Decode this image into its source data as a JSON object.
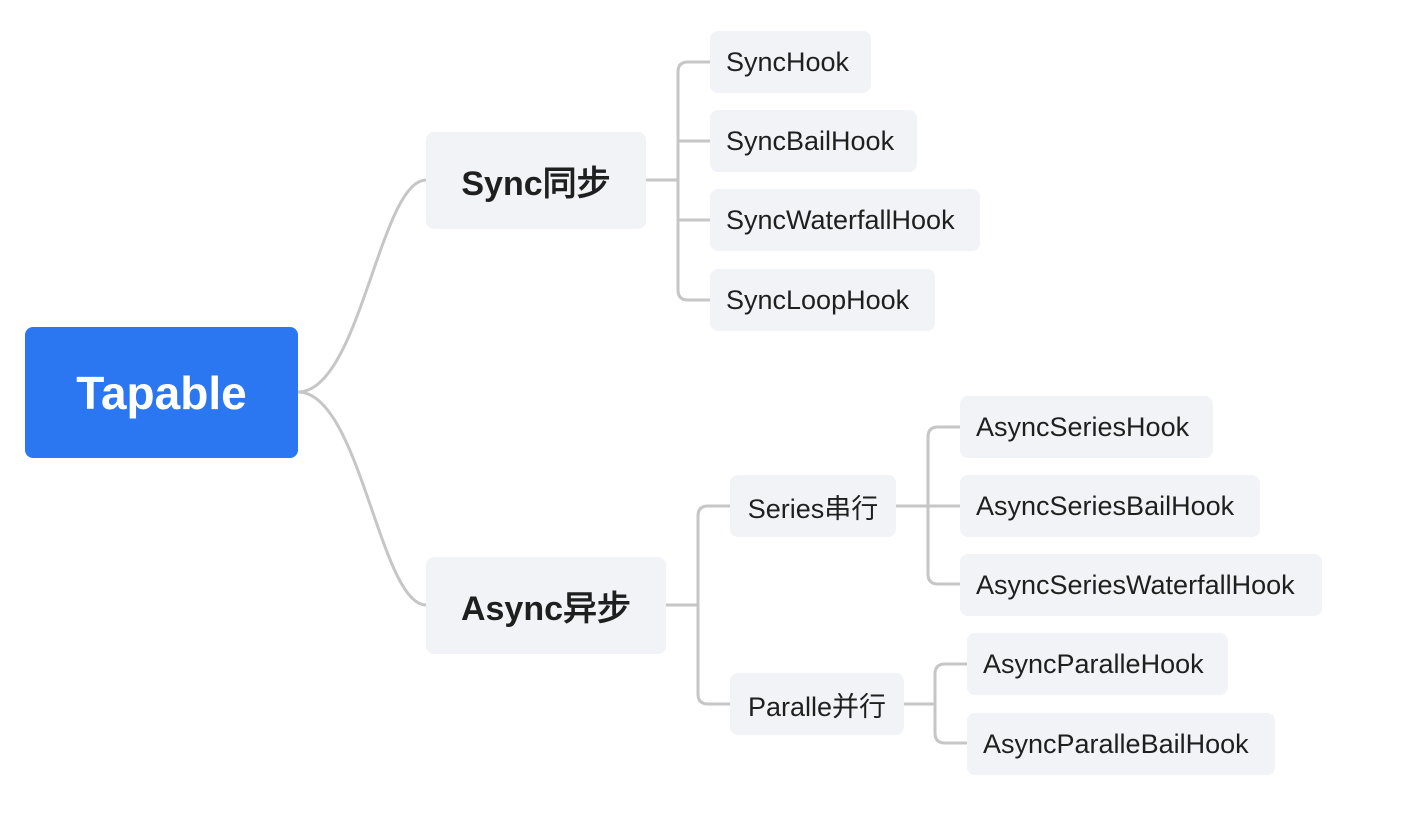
{
  "mindmap": {
    "root": {
      "label": "Tapable"
    },
    "sync": {
      "label": "Sync同步",
      "hooks": [
        "SyncHook",
        "SyncBailHook",
        "SyncWaterfallHook",
        "SyncLoopHook"
      ]
    },
    "async": {
      "label": "Async异步",
      "series": {
        "label": "Series串行",
        "hooks": [
          "AsyncSeriesHook",
          "AsyncSeriesBailHook",
          "AsyncSeriesWaterfallHook"
        ]
      },
      "paralle": {
        "label": "Paralle并行",
        "hooks": [
          "AsyncParalleHook",
          "AsyncParalleBailHook"
        ]
      }
    }
  },
  "colors": {
    "root_background": "#2b77f2",
    "root_text": "#ffffff",
    "node_background": "#f1f3f6",
    "node_text": "#1f1f1f",
    "connector": "#c6c6c6"
  }
}
